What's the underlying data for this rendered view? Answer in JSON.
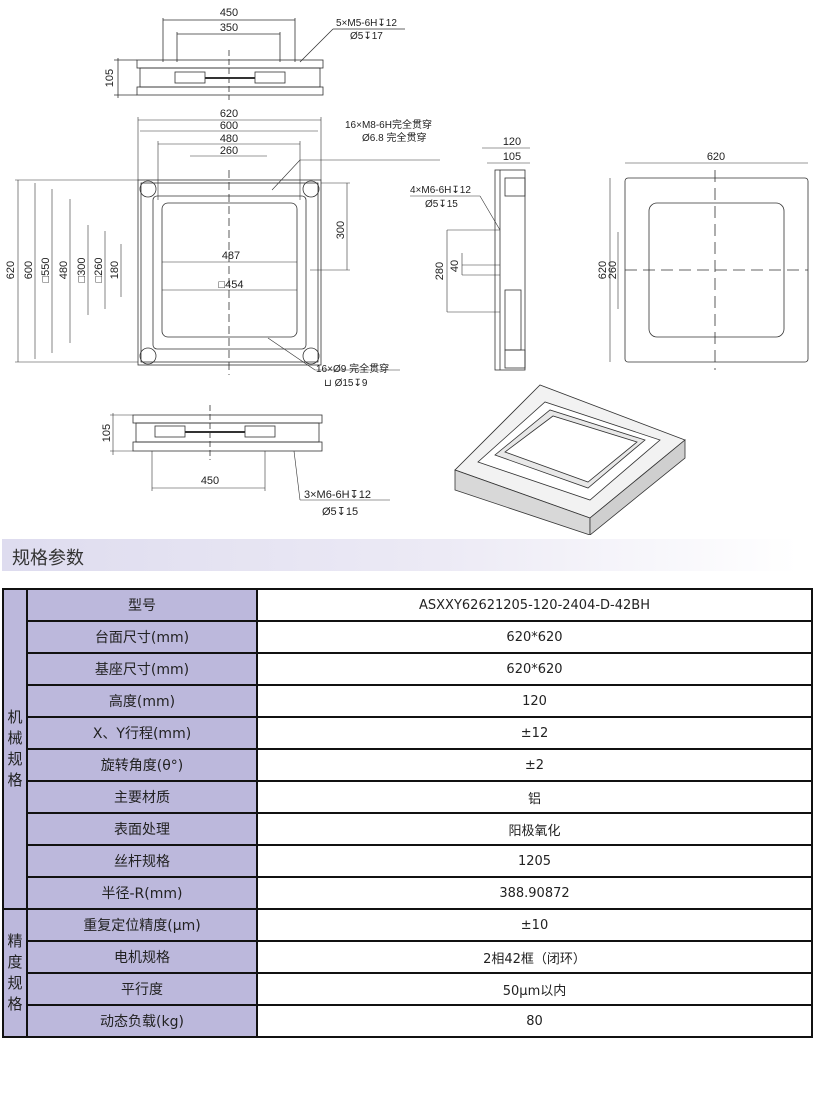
{
  "drawing": {
    "front_view": {
      "dims": [
        "450",
        "350",
        "105"
      ],
      "note": [
        "5×M5-6H↧12",
        "Ø5↧17"
      ]
    },
    "plan_view": {
      "top_dims": [
        "620",
        "600",
        "480",
        "260"
      ],
      "left_dims": [
        "620",
        "600",
        "□550",
        "480",
        "□300",
        "□260",
        "180"
      ],
      "right_dim": "300",
      "inner_dims": [
        "487",
        "□454"
      ],
      "note_top": [
        "16×M8-6H完全贯穿",
        "Ø6.8 完全贯穿"
      ],
      "note_bottom": [
        "16×Ø9 完全贯穿",
        "⊔ Ø15↧9"
      ]
    },
    "side_view": {
      "dims": [
        "120",
        "105",
        "280",
        "40"
      ],
      "note": [
        "4×M6-6H↧12",
        "Ø5↧15"
      ]
    },
    "bottom_plan": {
      "dims": [
        "620",
        "620",
        "260"
      ]
    },
    "rear_view": {
      "dims": [
        "105",
        "450"
      ],
      "note": [
        "3×M6-6H↧12",
        "Ø5↧15"
      ]
    }
  },
  "section_title": "规格参数",
  "groups": [
    {
      "label": "机械规格",
      "rows": [
        {
          "label": "型号",
          "value": "ASXXY62621205-120-2404-D-42BH"
        },
        {
          "label": "台面尺寸(mm)",
          "value": "620*620"
        },
        {
          "label": "基座尺寸(mm)",
          "value": "620*620"
        },
        {
          "label": "高度(mm)",
          "value": "120"
        },
        {
          "label": "X、Y行程(mm)",
          "value": "±12"
        },
        {
          "label": "旋转角度(θ°)",
          "value": "±2"
        },
        {
          "label": "主要材质",
          "value": "铝"
        },
        {
          "label": "表面处理",
          "value": "阳极氧化"
        },
        {
          "label": "丝杆规格",
          "value": "1205"
        },
        {
          "label": "半径-R(mm)",
          "value": "388.90872"
        }
      ]
    },
    {
      "label": "精度规格",
      "rows": [
        {
          "label": "重复定位精度(μm)",
          "value": "±10"
        },
        {
          "label": "电机规格",
          "value": "2相42框（闭环）"
        },
        {
          "label": "平行度",
          "value": "50μm以内"
        },
        {
          "label": "动态负载(kg)",
          "value": "80"
        }
      ]
    }
  ]
}
